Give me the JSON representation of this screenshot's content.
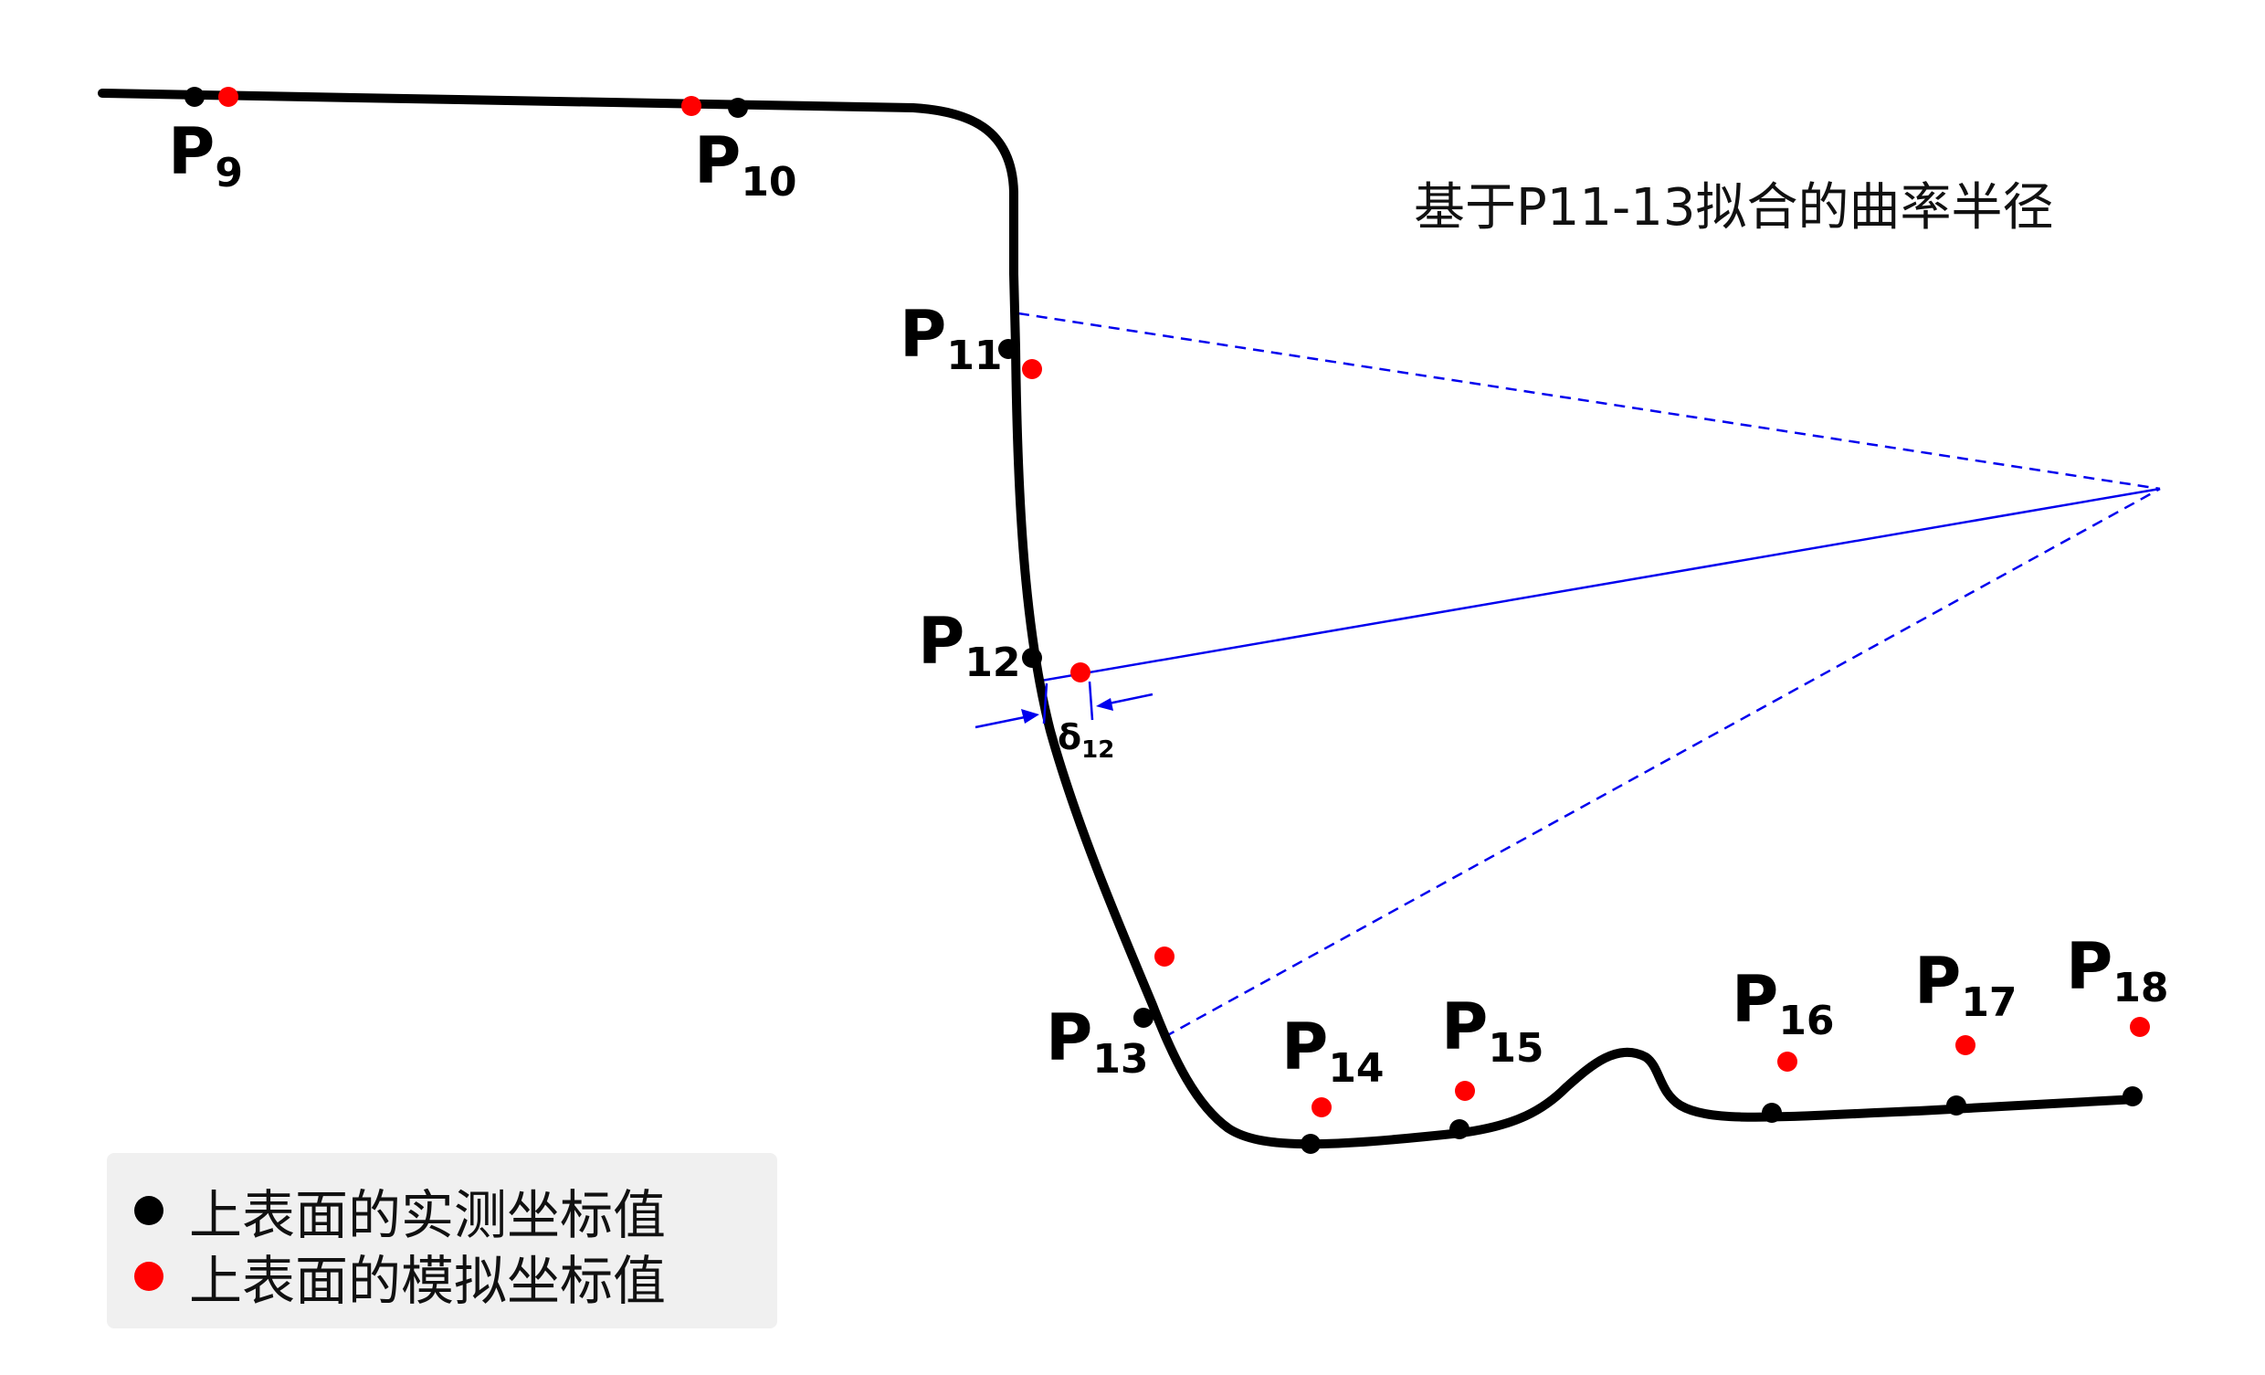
{
  "annotation": "基于P11-13拟合的曲率半径",
  "delta_label": {
    "main": "δ",
    "sub": "12"
  },
  "points": [
    {
      "id": "P9",
      "main": "P",
      "sub": "9"
    },
    {
      "id": "P10",
      "main": "P",
      "sub": "10"
    },
    {
      "id": "P11",
      "main": "P",
      "sub": "11"
    },
    {
      "id": "P12",
      "main": "P",
      "sub": "12"
    },
    {
      "id": "P13",
      "main": "P",
      "sub": "13"
    },
    {
      "id": "P14",
      "main": "P",
      "sub": "14"
    },
    {
      "id": "P15",
      "main": "P",
      "sub": "15"
    },
    {
      "id": "P16",
      "main": "P",
      "sub": "16"
    },
    {
      "id": "P17",
      "main": "P",
      "sub": "17"
    },
    {
      "id": "P18",
      "main": "P",
      "sub": "18"
    }
  ],
  "legend": {
    "measured_label": "上表面的实测坐标值",
    "simulated_label": "上表面的模拟坐标值"
  },
  "colors": {
    "measured": "#000000",
    "simulated": "#ff0000",
    "radius_lines": "#0000ee",
    "legend_bg": "#f0f0f0"
  }
}
